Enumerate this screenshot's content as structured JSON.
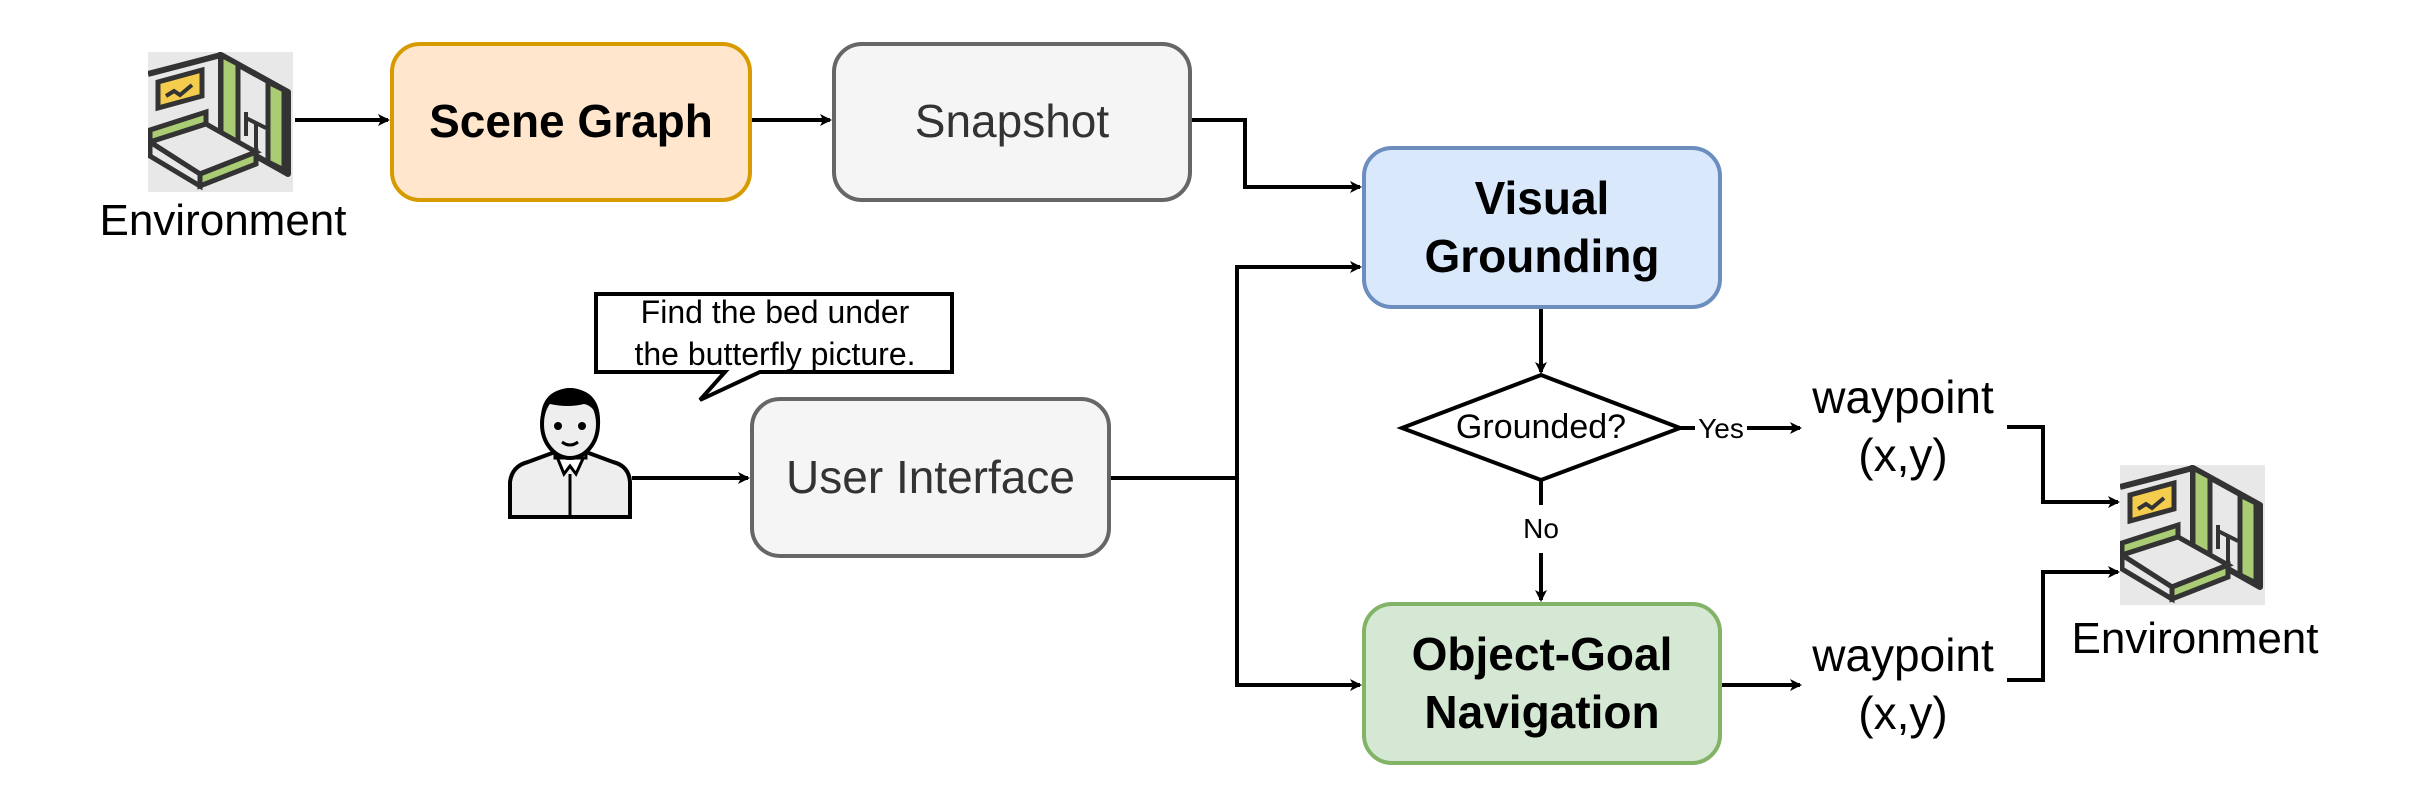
{
  "diagram": {
    "nodes": {
      "env_left": {
        "label": "Environment",
        "icon": "room-icon"
      },
      "scene_graph": {
        "label": "Scene Graph",
        "fill": "#ffe6cc",
        "stroke": "#d79b00"
      },
      "snapshot": {
        "label": "Snapshot",
        "fill": "#f5f5f5",
        "stroke": "#666666"
      },
      "visual_grounding": {
        "line1": "Visual",
        "line2": "Grounding",
        "fill": "#dae8fc",
        "stroke": "#6c8ebf"
      },
      "user_interface": {
        "label": "User Interface",
        "fill": "#f5f5f5",
        "stroke": "#666666"
      },
      "user": {
        "icon": "person-icon",
        "speech": {
          "line1": "Find the bed under",
          "line2": "the butterfly picture."
        }
      },
      "decision": {
        "label": "Grounded?"
      },
      "object_goal_nav": {
        "line1": "Object-Goal",
        "line2": "Navigation",
        "fill": "#d5e8d4",
        "stroke": "#82b366"
      },
      "waypoint_top": {
        "line1": "waypoint",
        "line2": "(x,y)"
      },
      "waypoint_bottom": {
        "line1": "waypoint",
        "line2": "(x,y)"
      },
      "env_right": {
        "label": "Environment",
        "icon": "room-icon"
      }
    },
    "edge_labels": {
      "yes": "Yes",
      "no": "No"
    },
    "icon_colors": {
      "green": "#a9cc74",
      "yellow": "#f5cd4e",
      "outline": "#333333",
      "floor": "#e8e8e8"
    }
  }
}
